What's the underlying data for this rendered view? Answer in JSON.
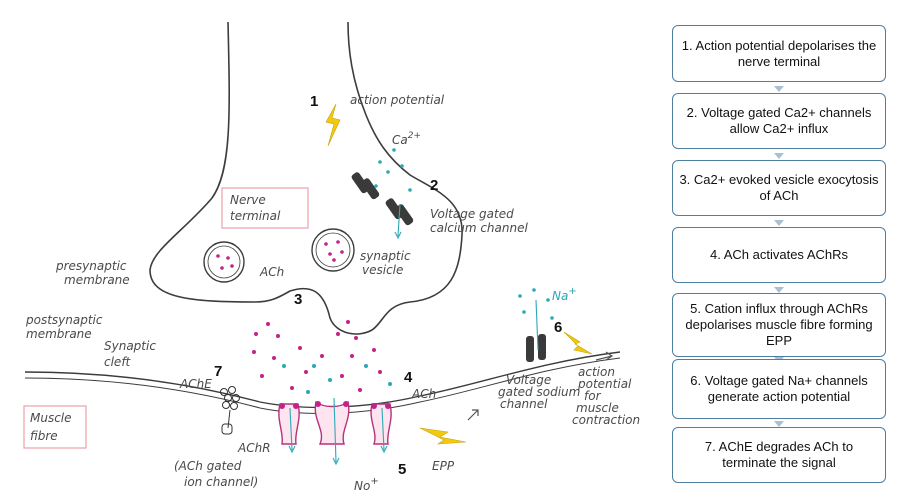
{
  "labels": {
    "action_potential": "action potential",
    "ca": "Ca",
    "ca_sup": "2+",
    "nerve_terminal_1": "Nerve",
    "nerve_terminal_2": "terminal",
    "vg_calcium_1": "Voltage gated",
    "vg_calcium_2": "calcium channel",
    "presynaptic_1": "presynaptic",
    "presynaptic_2": "membrane",
    "ach_vesicle": "ACh",
    "synaptic_vesicle_1": "synaptic",
    "synaptic_vesicle_2": "vesicle",
    "postsynaptic_1": "postsynaptic",
    "postsynaptic_2": "membrane",
    "synaptic_cleft_1": "Synaptic",
    "synaptic_cleft_2": "cleft",
    "na": "Na",
    "na_sup": "+",
    "ache": "AChE",
    "achr": "AChR",
    "achr_note_1": "(ACh gated",
    "achr_note_2": "ion channel)",
    "muscle_fibre_1": "Muscle",
    "muscle_fibre_2": "fibre",
    "ach_receptor": "ACh",
    "vg_sodium_1": "Voltage",
    "vg_sodium_2": "gated sodium",
    "vg_sodium_3": "channel",
    "ap_muscle_1": "action",
    "ap_muscle_2": "potential",
    "ap_muscle_3": "for",
    "ap_muscle_4": "muscle",
    "ap_muscle_5": "contraction",
    "epp": "EPP",
    "no": "No",
    "no_sup": "+"
  },
  "numbers": {
    "n1": "1",
    "n2": "2",
    "n3": "3",
    "n4": "4",
    "n5": "5",
    "n6": "6",
    "n7": "7"
  },
  "steps": [
    "1. Action potential depolarises the nerve terminal",
    "2. Voltage gated Ca2+ channels allow Ca2+ influx",
    "3. Ca2+ evoked vesicle exocytosis of ACh",
    "4. ACh activates AChRs",
    "5. Cation influx through AChRs depolarises muscle fibre forming EPP",
    "6. Voltage gated Na+ channels generate action potential",
    "7. AChE degrades ACh to terminate the signal"
  ],
  "colors": {
    "box_border": "#4f7fa0",
    "arrow": "#a8bfd4",
    "ach_dot": "#c2228a",
    "ion_dot": "#2aa9b7",
    "lightning": "#f2c811",
    "membrane": "#3c3c3c",
    "label_box": "#e9a0a8"
  }
}
